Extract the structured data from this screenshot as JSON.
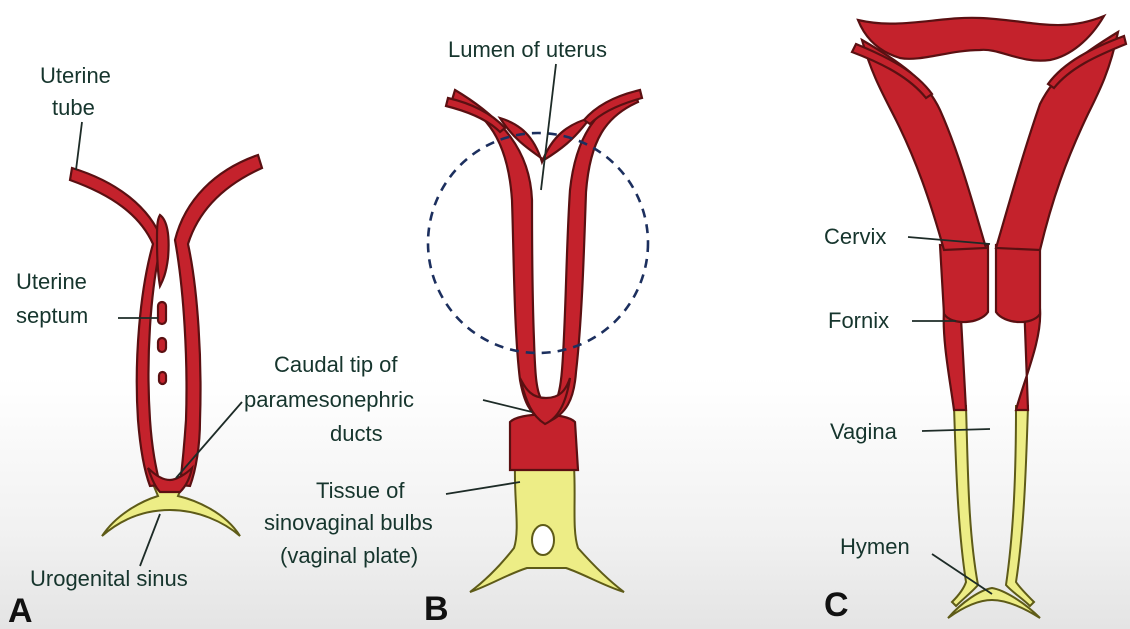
{
  "panels": {
    "a": {
      "letter": "A",
      "labels": {
        "uterine_tube_1": "Uterine",
        "uterine_tube_2": "tube",
        "uterine_septum_1": "Uterine",
        "uterine_septum_2": "septum",
        "urogenital_sinus": "Urogenital sinus"
      }
    },
    "b": {
      "letter": "B",
      "labels": {
        "lumen_of_uterus": "Lumen of uterus",
        "caudal_tip_1": "Caudal tip of",
        "caudal_tip_2": "paramesonephric",
        "caudal_tip_3": "ducts",
        "tissue_1": "Tissue of",
        "tissue_2": "sinovaginal bulbs",
        "tissue_3": "(vaginal plate)"
      }
    },
    "c": {
      "letter": "C",
      "labels": {
        "cervix": "Cervix",
        "fornix": "Fornix",
        "vagina": "Vagina",
        "hymen": "Hymen"
      }
    }
  },
  "colors": {
    "tissue_red": "#c4222c",
    "tissue_yellow": "#eded86",
    "label_text": "#16352d",
    "highlight_circle": "#1c2f5e"
  }
}
